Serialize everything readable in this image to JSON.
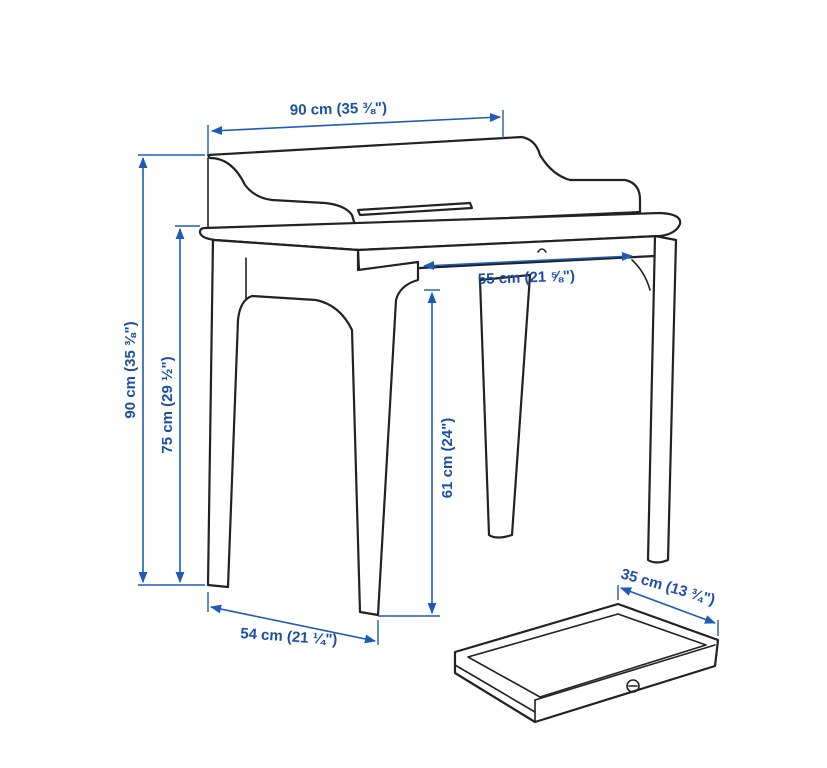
{
  "dimensions": {
    "top_width": "90 cm (35 ⅜\")",
    "total_height": "90 cm (35 ⅜\")",
    "table_height": "75 cm (29 ½\")",
    "drawer_width": "55 cm (21 ⅝\")",
    "leg_clearance": "61 cm (24\")",
    "depth": "54 cm (21 ¼\")",
    "drawer_depth": "35 cm (13 ¾\")"
  },
  "colors": {
    "dimension": "#1e5bb8",
    "outline": "#222222",
    "background": "#ffffff"
  }
}
